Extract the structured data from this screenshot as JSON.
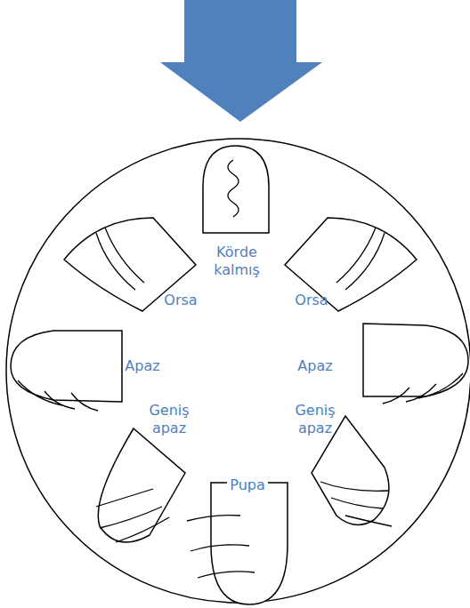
{
  "diagram": {
    "labels": [
      "Körde kalmış",
      "Orsa",
      "Orsa",
      "Apaz",
      "Apaz",
      "Geniş apaz",
      "Geniş apaz",
      "Pupa"
    ]
  }
}
